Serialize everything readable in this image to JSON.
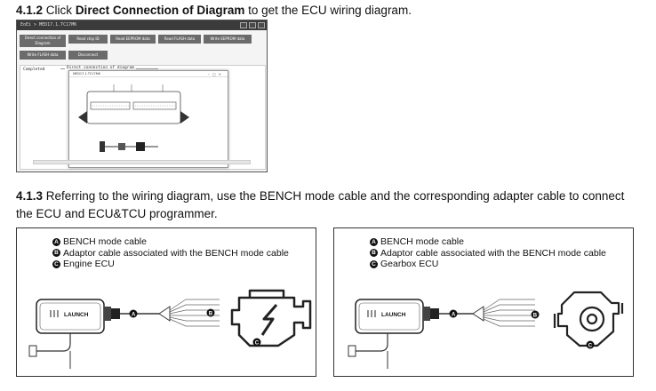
{
  "section_412": {
    "number": "4.1.2",
    "pre": "Click",
    "bold": "Direct Connection of Diagram",
    "post": "to get the ECU wiring diagram."
  },
  "section_413": {
    "number": "4.1.3",
    "text": "Referring to the wiring diagram, use the BENCH mode cable and the corresponding adapter cable to connect the ECU and ECU&TCU programmer."
  },
  "window": {
    "title": "EoEi > MED17.1.TC17MK",
    "buttons": [
      "Direct connection of Diagram",
      "Read chip ID",
      "Read EEPROM data",
      "Read FLASH data",
      "Write EEPROM data",
      "Write FLASH data",
      "Disconnect"
    ],
    "log_text": "Completed",
    "group_legend": "Direct connection of diagram",
    "popup_title": "MED17.1.TC17MK"
  },
  "panel_left": {
    "items": [
      {
        "badge": "A",
        "text": "BENCH mode cable"
      },
      {
        "badge": "B",
        "text": "Adaptor cable associated with the BENCH mode cable"
      },
      {
        "badge": "C",
        "text": "Engine ECU"
      }
    ],
    "device_label": "LAUNCH"
  },
  "panel_right": {
    "items": [
      {
        "badge": "A",
        "text": "BENCH mode cable"
      },
      {
        "badge": "B",
        "text": "Adaptor cable associated with the BENCH mode cable"
      },
      {
        "badge": "C",
        "text": "Gearbox ECU"
      }
    ],
    "device_label": "LAUNCH"
  },
  "icons": {
    "engine": "engine-icon",
    "gearbox": "gearbox-icon",
    "device": "launch-device-icon"
  },
  "colors": {
    "window_title": "#3b3b3b",
    "button_gray": "#6b6b6b",
    "badge_black": "#111111"
  }
}
